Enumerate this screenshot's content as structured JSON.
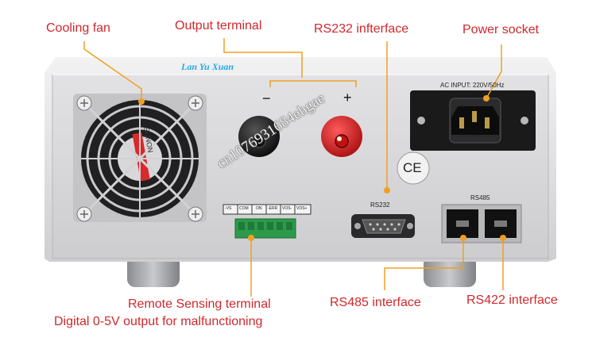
{
  "callouts": {
    "cooling_fan": "Cooling fan",
    "output_terminal": "Output terminal",
    "rs232_interface": "RS232 infterface",
    "power_socket": "Power socket",
    "remote_sensing_line1": "Remote Sensing terminal",
    "remote_sensing_line2": "Digital 0-5V output for malfunctioning",
    "rs485_interface": "RS485 interface",
    "rs422_interface": "RS422 interface"
  },
  "panel": {
    "ac_input": "AC INPUT: 220V/50Hz",
    "minus": "−",
    "plus": "+",
    "ce_mark": "CE",
    "rs232_label": "RS232",
    "rs485_label": "RS485",
    "terminal_labels": [
      "-VS",
      "COM",
      "ON",
      "-ERR",
      "VOS-",
      "VOS+"
    ],
    "fan_label": "SUNON"
  },
  "watermarks": {
    "brand": "Lan Yu Xuan",
    "store_id": "cn1076931684ehgae"
  },
  "colors": {
    "callout_red": "#d0282c",
    "leader_orange": "#f0a020",
    "panel_gray": "#d9d9db",
    "positive_terminal": "#d81e1e",
    "negative_terminal": "#1a1a1a"
  },
  "icons": [
    "fan-grille-icon",
    "ce-mark-icon",
    "db9-connector-icon",
    "rj45-port-icon",
    "iec-power-inlet-icon"
  ]
}
